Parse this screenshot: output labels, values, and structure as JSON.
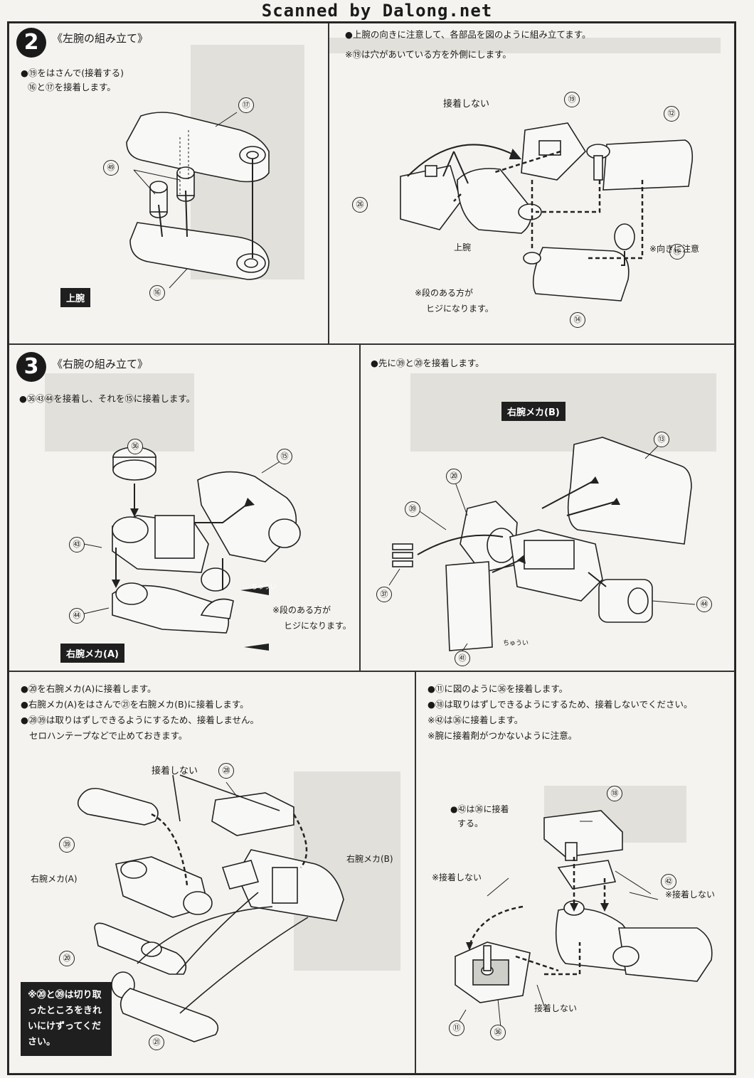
{
  "banner": "Scanned by Dalong.net",
  "s2": {
    "num": "2",
    "title": "《左腕の組み立て》",
    "line1": "●⑲をはさんで(接着する)",
    "line2": "⑯と⑰を接着します。",
    "parts": {
      "p17": "⑰",
      "p59": "㊾",
      "p16": "⑯"
    },
    "tag": "上腕"
  },
  "s2b": {
    "line1": "●上腕の向きに注意して、各部品を図のように組み立てます。",
    "line2": "※⑲は穴があいている方を外側にします。",
    "no_glue": "接着しない",
    "upper_arm": "上腕",
    "orient": "※向きに注意",
    "step_note1": "※段のある方が",
    "step_note2": "ヒジになります。",
    "parts": {
      "p19": "⑲",
      "p12": "⑫",
      "p26": "㉖",
      "p119": "⑲",
      "p14": "⑭"
    }
  },
  "s3": {
    "num": "3",
    "title": "《右腕の組み立て》",
    "line1": "●㊱㊸㊹を接着し、それを⑮に接着します。",
    "step_note1": "※段のある方が",
    "step_note2": "ヒジになります。",
    "caution": "ちゅうい",
    "parts": {
      "p56": "㊱",
      "p15": "⑮",
      "p73": "㊸",
      "p74": "㊹"
    },
    "tag": "右腕メカ(A)"
  },
  "s3b": {
    "line1": "●先に㊴と⑳を接着します。",
    "tag": "右腕メカ(B)",
    "caution": "ちゅうい",
    "parts": {
      "p13": "⑬",
      "p70": "⑳",
      "p69": "㊴",
      "p57": "㊲",
      "p54": "㊹",
      "p61": "㊶"
    }
  },
  "s4": {
    "line1": "●⑳を右腕メカ(A)に接着します。",
    "line2": "●右腕メカ(A)をはさんで㉑を右腕メカ(B)に接着します。",
    "line3": "●㉘㊴は取りはずしできるようにするため、接着しません。",
    "line4": "セロハンテープなどで止めておきます。",
    "no_glue": "接着しない",
    "mecha_a": "右腕メカ(A)",
    "mecha_b": "右腕メカ(B)",
    "parts": {
      "p28": "㉘",
      "p39": "㊴",
      "p20": "⑳",
      "p21": "㉑"
    },
    "note": "※⑳と㊴は切り取ったところをきれいにけずってください。"
  },
  "s5": {
    "line1": "●⑪に図のように㊱を接着します。",
    "line2": "●⑱は取りはずしできるようにするため、接着しないでください。",
    "line3": "※㊷は㊱に接着します。",
    "line4": "※腕に接着剤がつかないように注意。",
    "inner1": "●㊷は㊱に接着",
    "inner2": "する。",
    "no_glue1": "※接着しない",
    "no_glue2": "※接着しない",
    "no_glue3": "接着しない",
    "parts": {
      "p18": "⑱",
      "p82": "㊷",
      "p11": "⑪",
      "p66": "㊱"
    }
  }
}
